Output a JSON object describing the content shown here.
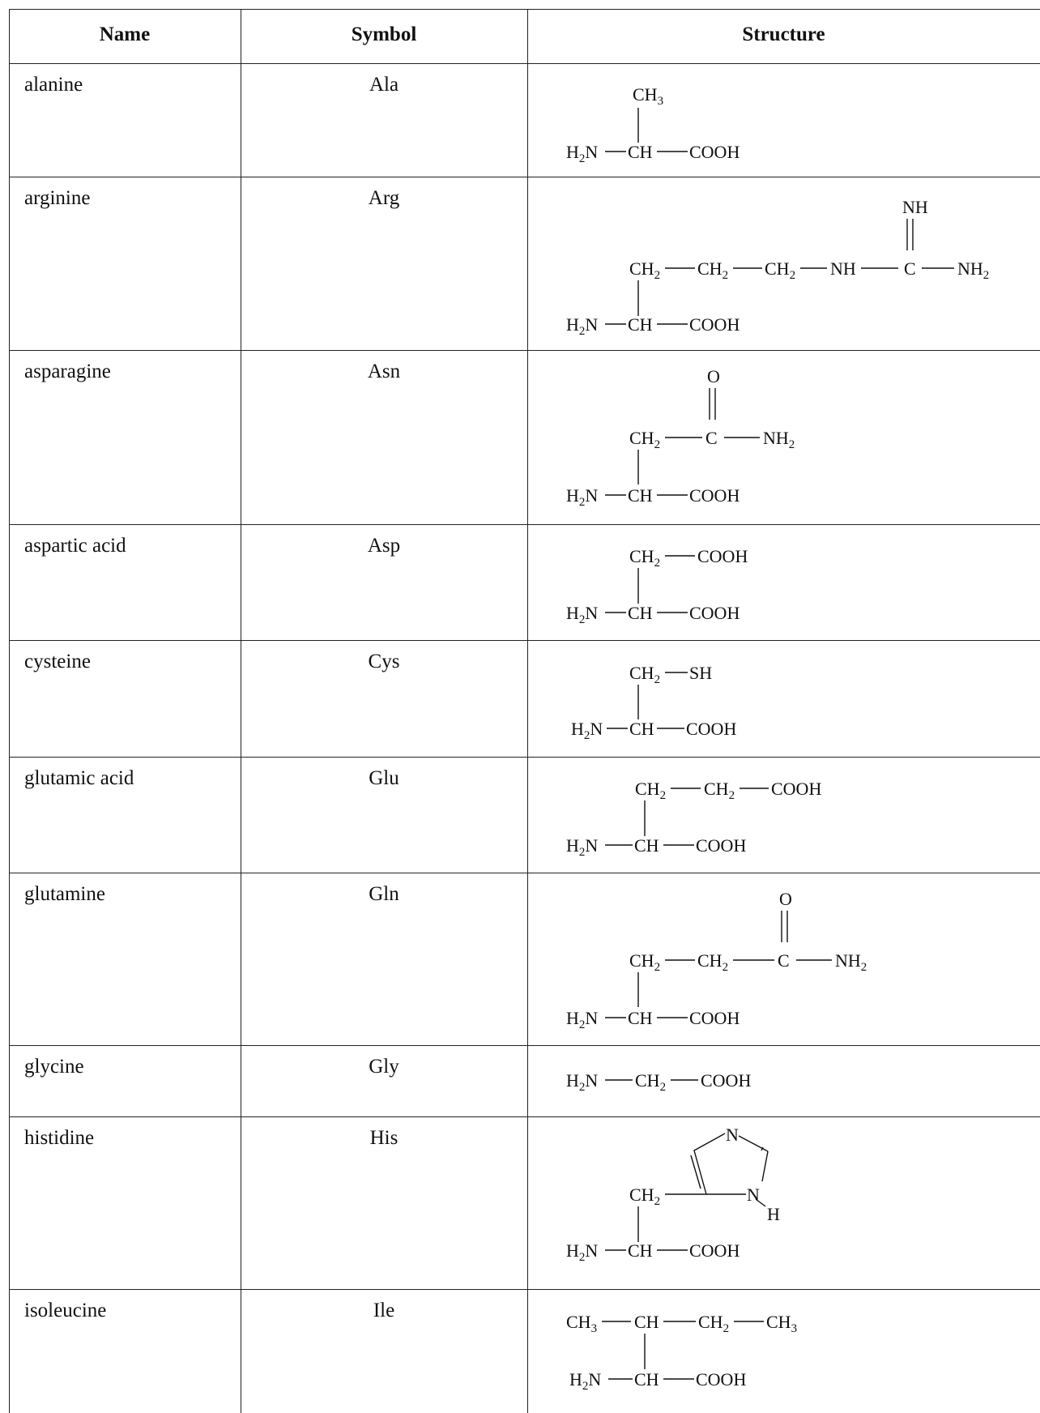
{
  "table": {
    "headers": {
      "name": "Name",
      "symbol": "Symbol",
      "structure": "Structure"
    },
    "rows": [
      {
        "name": "alanine",
        "symbol": "Ala",
        "structure": {
          "side": [
            "CH3"
          ],
          "backbone": [
            "H2N",
            "CH",
            "COOH"
          ]
        }
      },
      {
        "name": "arginine",
        "symbol": "Arg",
        "structure": {
          "top": "NH",
          "side": [
            "CH2",
            "CH2",
            "CH2",
            "NH",
            "C",
            "NH2"
          ],
          "backbone": [
            "H2N",
            "CH",
            "COOH"
          ]
        }
      },
      {
        "name": "asparagine",
        "symbol": "Asn",
        "structure": {
          "top": "O",
          "side": [
            "CH2",
            "C",
            "NH2"
          ],
          "backbone": [
            "H2N",
            "CH",
            "COOH"
          ]
        }
      },
      {
        "name": "aspartic acid",
        "symbol": "Asp",
        "structure": {
          "side": [
            "CH2",
            "COOH"
          ],
          "backbone": [
            "H2N",
            "CH",
            "COOH"
          ]
        }
      },
      {
        "name": "cysteine",
        "symbol": "Cys",
        "structure": {
          "side": [
            "CH2",
            "SH"
          ],
          "backbone": [
            "H2N",
            "CH",
            "COOH"
          ]
        }
      },
      {
        "name": "glutamic acid",
        "symbol": "Glu",
        "structure": {
          "side": [
            "CH2",
            "CH2",
            "COOH"
          ],
          "backbone": [
            "H2N",
            "CH",
            "COOH"
          ]
        }
      },
      {
        "name": "glutamine",
        "symbol": "Gln",
        "structure": {
          "top": "O",
          "side": [
            "CH2",
            "CH2",
            "C",
            "NH2"
          ],
          "backbone": [
            "H2N",
            "CH",
            "COOH"
          ]
        }
      },
      {
        "name": "glycine",
        "symbol": "Gly",
        "structure": {
          "backbone": [
            "H2N",
            "CH2",
            "COOH"
          ]
        }
      },
      {
        "name": "histidine",
        "symbol": "His",
        "structure": {
          "ring": [
            "N",
            "N",
            "H"
          ],
          "side": [
            "CH2"
          ],
          "backbone": [
            "H2N",
            "CH",
            "COOH"
          ]
        }
      },
      {
        "name": "isoleucine",
        "symbol": "Ile",
        "structure": {
          "side": [
            "CH3",
            "CH",
            "CH2",
            "CH3"
          ],
          "backbone": [
            "H2N",
            "CH",
            "COOH"
          ]
        }
      }
    ]
  }
}
